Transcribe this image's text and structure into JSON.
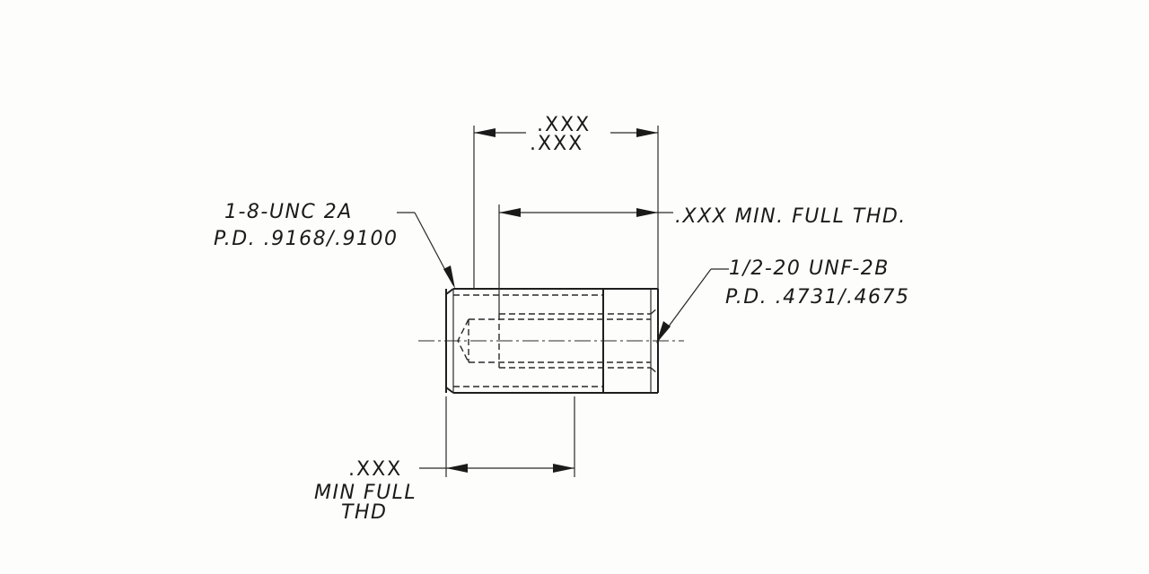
{
  "drawing": {
    "labels": {
      "overall_length_upper": ".XXX",
      "overall_length_lower": ".XXX",
      "internal_thread_depth": ".XXX MIN. FULL THD.",
      "external_thread_spec": "1-8-UNC 2A",
      "external_pitch_diameter": "P.D. .9168/.9100",
      "internal_thread_spec": "1/2-20 UNF-2B",
      "internal_pitch_diameter": "P.D. .4731/.4675",
      "external_thread_length": ".XXX",
      "external_thread_note_line1": "MIN FULL",
      "external_thread_note_line2": "THD"
    }
  }
}
